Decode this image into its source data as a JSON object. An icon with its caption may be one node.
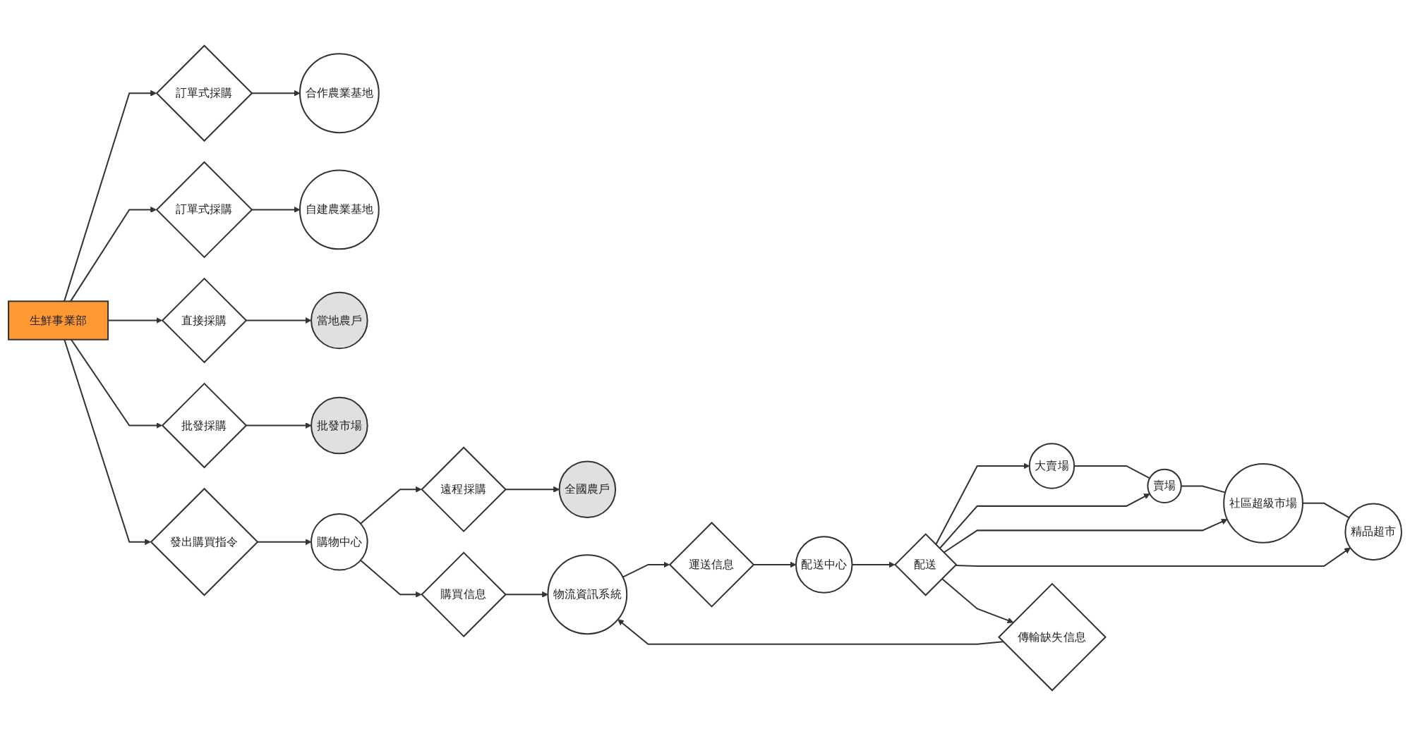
{
  "diagram": {
    "nodes": [
      {
        "text": [
          "全國農戶"
        ]
      },
      {
        "text": [
          "遠程採購"
        ]
      },
      {
        "text": [
          "合作農業基地"
        ]
      },
      {
        "text": [
          "訂單式採購"
        ]
      },
      {
        "text": [
          "自建農業基地"
        ]
      },
      {
        "text": [
          "訂單式採購"
        ]
      },
      {
        "text": [
          "當地農戶"
        ]
      },
      {
        "text": [
          "直接採購"
        ]
      },
      {
        "text": [
          "批發市場"
        ]
      },
      {
        "text": [
          "批發採購"
        ]
      },
      {
        "text": [
          "生鮮事業部"
        ]
      },
      {
        "text": [
          "發出購買指令"
        ]
      },
      {
        "text": [
          "購物中心"
        ]
      },
      {
        "text": [
          "購買信息"
        ]
      },
      {
        "text": [
          "物流資訊系統"
        ]
      },
      {
        "text": [
          "傳輸缺失信息"
        ]
      },
      {
        "text": [
          "運送信息"
        ]
      },
      {
        "text": [
          "配送中心"
        ]
      },
      {
        "text": [
          "配送"
        ]
      },
      {
        "text": [
          "大賣場"
        ]
      },
      {
        "text": [
          "賣場"
        ]
      },
      {
        "text": [
          "社區超級市場"
        ]
      },
      {
        "text": [
          "精品超市"
        ]
      }
    ],
    "edges": [
      {
        "from": 12,
        "to": 1,
        "arrow": "to"
      },
      {
        "from": 1,
        "to": 0,
        "arrow": "to"
      },
      {
        "from": 10,
        "to": 3,
        "arrow": "to"
      },
      {
        "from": 10,
        "to": 5,
        "arrow": "to"
      },
      {
        "from": 10,
        "to": 7,
        "arrow": "to"
      },
      {
        "from": 10,
        "to": 9,
        "arrow": "to"
      },
      {
        "from": 3,
        "to": 2,
        "arrow": "to"
      },
      {
        "from": 5,
        "to": 4,
        "arrow": "to"
      },
      {
        "from": 7,
        "to": 6,
        "arrow": "to"
      },
      {
        "from": 9,
        "to": 8,
        "arrow": "to"
      },
      {
        "from": 10,
        "to": 11,
        "arrow": "to"
      },
      {
        "from": 11,
        "to": 12,
        "arrow": "to"
      },
      {
        "from": 12,
        "to": 13,
        "arrow": "to"
      },
      {
        "from": 13,
        "to": 14,
        "arrow": "to"
      },
      {
        "from": 14,
        "to": 16,
        "arrow": "to"
      },
      {
        "from": 16,
        "to": 17,
        "arrow": "to"
      },
      {
        "from": 17,
        "to": 18,
        "arrow": "to"
      },
      {
        "from": 18,
        "to": 19,
        "arrow": "to"
      },
      {
        "from": 18,
        "to": 20,
        "arrow": "to"
      },
      {
        "from": 18,
        "to": 21,
        "arrow": "to"
      },
      {
        "from": 18,
        "to": 22,
        "arrow": "to"
      },
      {
        "from": 18,
        "to": 15,
        "arrow": "to"
      },
      {
        "from": 15,
        "to": 14,
        "arrow": "to"
      },
      {
        "from": 19,
        "to": 20,
        "arrow": "none"
      },
      {
        "from": 20,
        "to": 21,
        "arrow": "none"
      },
      {
        "from": 21,
        "to": 22,
        "arrow": "none"
      }
    ]
  }
}
